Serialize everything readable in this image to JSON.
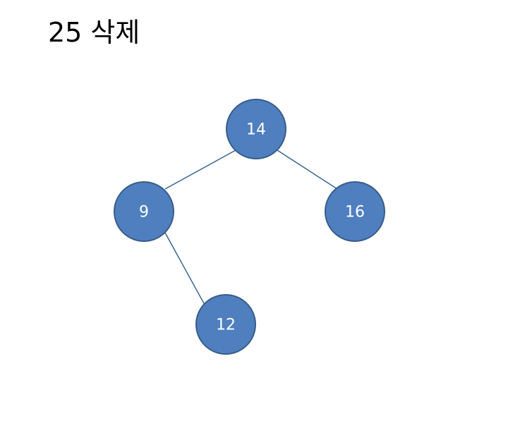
{
  "title": "25 삭제",
  "colors": {
    "node_fill": "#4f7fbf",
    "node_border": "#385d8a",
    "edge": "#2f5f8f",
    "label": "#ffffff"
  },
  "tree": {
    "nodes": [
      {
        "id": "n14",
        "label": "14"
      },
      {
        "id": "n9",
        "label": "9"
      },
      {
        "id": "n16",
        "label": "16"
      },
      {
        "id": "n12",
        "label": "12"
      }
    ],
    "edges": [
      {
        "from": "n14",
        "to": "n9"
      },
      {
        "from": "n14",
        "to": "n16"
      },
      {
        "from": "n9",
        "to": "n12"
      }
    ]
  }
}
